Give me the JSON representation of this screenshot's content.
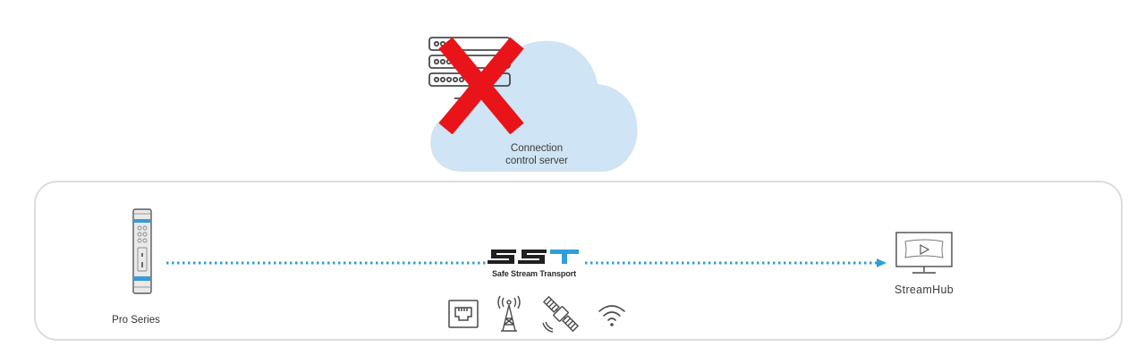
{
  "cloud": {
    "label_line1": "Connection",
    "label_line2": "control server",
    "fill_color": "#cfe4f4",
    "cross_color": "#e8141a",
    "status": "blocked"
  },
  "source_device": {
    "label": "Pro Series",
    "icon": "encoder-device-icon",
    "accent_color": "#3a9ad9"
  },
  "transport": {
    "logo_text": "SST",
    "tagline": "Safe Stream Transport",
    "line_color": "#2f9fd8",
    "line_style": "dotted-arrow"
  },
  "network_icons": [
    {
      "name": "ethernet-icon"
    },
    {
      "name": "cellular-tower-icon"
    },
    {
      "name": "satellite-icon"
    },
    {
      "name": "wifi-icon"
    }
  ],
  "destination": {
    "label": "StreamHub",
    "icon": "monitor-play-icon"
  }
}
